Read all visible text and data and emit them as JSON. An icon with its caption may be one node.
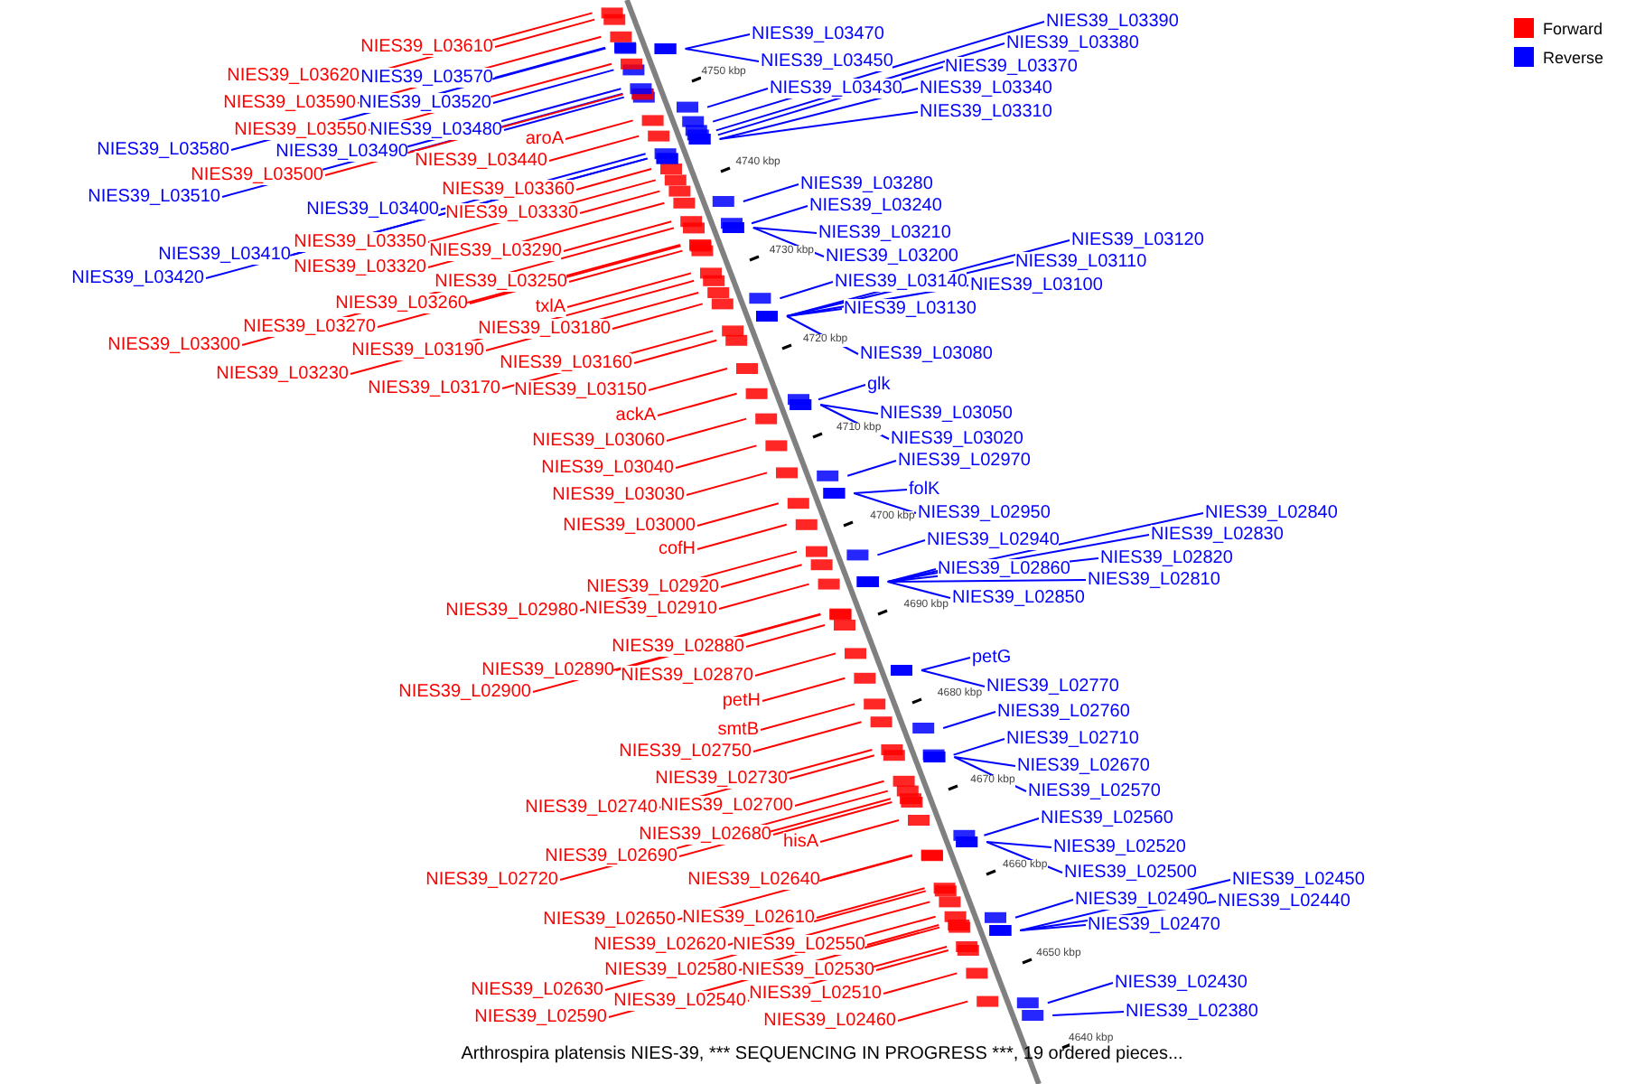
{
  "diagram": {
    "caption": "Arthrospira platensis NIES-39, *** SEQUENCING IN PROGRESS ***, 19 ordered pieces...",
    "nodes": [
      {
        "text": [
          "NIES39_L03610"
        ]
      },
      {
        "text": [
          "NIES39_L03620"
        ]
      },
      {
        "text": [
          "NIES39_L03570"
        ]
      },
      {
        "text": [
          "NIES39_L03590"
        ]
      },
      {
        "text": [
          "NIES39_L03520"
        ]
      },
      {
        "text": [
          "NIES39_L03550"
        ]
      },
      {
        "text": [
          "NIES39_L03480"
        ]
      },
      {
        "text": [
          "aroA"
        ]
      },
      {
        "text": [
          "NIES39_L03580"
        ]
      },
      {
        "text": [
          "NIES39_L03490"
        ]
      },
      {
        "text": [
          "NIES39_L03440"
        ]
      },
      {
        "text": [
          "NIES39_L03500"
        ]
      },
      {
        "text": [
          "NIES39_L03360"
        ]
      },
      {
        "text": [
          "NIES39_L03510"
        ]
      },
      {
        "text": [
          "NIES39_L03400"
        ]
      },
      {
        "text": [
          "NIES39_L03330"
        ]
      },
      {
        "text": [
          "NIES39_L03350"
        ]
      },
      {
        "text": [
          "NIES39_L03290"
        ]
      },
      {
        "text": [
          "NIES39_L03410"
        ]
      },
      {
        "text": [
          "NIES39_L03320"
        ]
      },
      {
        "text": [
          "NIES39_L03420"
        ]
      },
      {
        "text": [
          "NIES39_L03250"
        ]
      },
      {
        "text": [
          "NIES39_L03260"
        ]
      },
      {
        "text": [
          "txlA"
        ]
      },
      {
        "text": [
          "NIES39_L03270"
        ]
      },
      {
        "text": [
          "NIES39_L03180"
        ]
      },
      {
        "text": [
          "NIES39_L03300"
        ]
      },
      {
        "text": [
          "NIES39_L03190"
        ]
      },
      {
        "text": [
          "NIES39_L03160"
        ]
      },
      {
        "text": [
          "NIES39_L03230"
        ]
      },
      {
        "text": [
          "NIES39_L03170"
        ]
      },
      {
        "text": [
          "NIES39_L03150"
        ]
      },
      {
        "text": [
          "ackA"
        ]
      },
      {
        "text": [
          "NIES39_L03060"
        ]
      },
      {
        "text": [
          "NIES39_L03040"
        ]
      },
      {
        "text": [
          "NIES39_L03030"
        ]
      },
      {
        "text": [
          "NIES39_L03000"
        ]
      },
      {
        "text": [
          "cofH"
        ]
      },
      {
        "text": [
          "NIES39_L02920"
        ]
      },
      {
        "text": [
          "NIES39_L02980"
        ]
      },
      {
        "text": [
          "NIES39_L02910"
        ]
      },
      {
        "text": [
          "NIES39_L02880"
        ]
      },
      {
        "text": [
          "NIES39_L02890"
        ]
      },
      {
        "text": [
          "NIES39_L02870"
        ]
      },
      {
        "text": [
          "NIES39_L02900"
        ]
      },
      {
        "text": [
          "petH"
        ]
      },
      {
        "text": [
          "smtB"
        ]
      },
      {
        "text": [
          "NIES39_L02750"
        ]
      },
      {
        "text": [
          "NIES39_L02730"
        ]
      },
      {
        "text": [
          "NIES39_L02740"
        ]
      },
      {
        "text": [
          "NIES39_L02700"
        ]
      },
      {
        "text": [
          "NIES39_L02680"
        ]
      },
      {
        "text": [
          "hisA"
        ]
      },
      {
        "text": [
          "NIES39_L02690"
        ]
      },
      {
        "text": [
          "NIES39_L02720"
        ]
      },
      {
        "text": [
          "NIES39_L02640"
        ]
      },
      {
        "text": [
          "NIES39_L02650"
        ]
      },
      {
        "text": [
          "NIES39_L02610"
        ]
      },
      {
        "text": [
          "NIES39_L02620"
        ]
      },
      {
        "text": [
          "NIES39_L02550"
        ]
      },
      {
        "text": [
          "NIES39_L02580"
        ]
      },
      {
        "text": [
          "NIES39_L02530"
        ]
      },
      {
        "text": [
          "NIES39_L02630"
        ]
      },
      {
        "text": [
          "NIES39_L02510"
        ]
      },
      {
        "text": [
          "NIES39_L02540"
        ]
      },
      {
        "text": [
          "NIES39_L02590"
        ]
      },
      {
        "text": [
          "NIES39_L02460"
        ]
      },
      {
        "text": [
          "NIES39_L03390"
        ]
      },
      {
        "text": [
          "NIES39_L03470"
        ]
      },
      {
        "text": [
          "NIES39_L03380"
        ]
      },
      {
        "text": [
          "NIES39_L03450"
        ]
      },
      {
        "text": [
          "NIES39_L03370"
        ]
      },
      {
        "text": [
          "NIES39_L03430"
        ]
      },
      {
        "text": [
          "NIES39_L03340"
        ]
      },
      {
        "text": [
          "NIES39_L03310"
        ]
      },
      {
        "text": [
          "NIES39_L03280"
        ]
      },
      {
        "text": [
          "NIES39_L03240"
        ]
      },
      {
        "text": [
          "NIES39_L03210"
        ]
      },
      {
        "text": [
          "NIES39_L03120"
        ]
      },
      {
        "text": [
          "NIES39_L03200"
        ]
      },
      {
        "text": [
          "NIES39_L03110"
        ]
      },
      {
        "text": [
          "NIES39_L03140"
        ]
      },
      {
        "text": [
          "NIES39_L03100"
        ]
      },
      {
        "text": [
          "NIES39_L03130"
        ]
      },
      {
        "text": [
          "NIES39_L03080"
        ]
      },
      {
        "text": [
          "glk"
        ]
      },
      {
        "text": [
          "NIES39_L03050"
        ]
      },
      {
        "text": [
          "NIES39_L03020"
        ]
      },
      {
        "text": [
          "NIES39_L02970"
        ]
      },
      {
        "text": [
          "folK"
        ]
      },
      {
        "text": [
          "NIES39_L02950"
        ]
      },
      {
        "text": [
          "NIES39_L02840"
        ]
      },
      {
        "text": [
          "NIES39_L02830"
        ]
      },
      {
        "text": [
          "NIES39_L02940"
        ]
      },
      {
        "text": [
          "NIES39_L02820"
        ]
      },
      {
        "text": [
          "NIES39_L02860"
        ]
      },
      {
        "text": [
          "NIES39_L02810"
        ]
      },
      {
        "text": [
          "NIES39_L02850"
        ]
      },
      {
        "text": [
          "petG"
        ]
      },
      {
        "text": [
          "NIES39_L02770"
        ]
      },
      {
        "text": [
          "NIES39_L02760"
        ]
      },
      {
        "text": [
          "NIES39_L02710"
        ]
      },
      {
        "text": [
          "NIES39_L02670"
        ]
      },
      {
        "text": [
          "NIES39_L02570"
        ]
      },
      {
        "text": [
          "NIES39_L02560"
        ]
      },
      {
        "text": [
          "NIES39_L02520"
        ]
      },
      {
        "text": [
          "NIES39_L02450"
        ]
      },
      {
        "text": [
          "NIES39_L02500"
        ]
      },
      {
        "text": [
          "NIES39_L02490"
        ]
      },
      {
        "text": [
          "NIES39_L02440"
        ]
      },
      {
        "text": [
          "NIES39_L02470"
        ]
      },
      {
        "text": [
          "NIES39_L02430"
        ]
      },
      {
        "text": [
          "NIES39_L02380"
        ]
      }
    ],
    "edges": [
      {
        "from": 0,
        "to": null,
        "arrow": "none"
      },
      {
        "from": 1,
        "to": null,
        "arrow": "none"
      },
      {
        "from": 2,
        "to": null,
        "arrow": "none",
        "color": "#0000ff"
      },
      {
        "from": 3,
        "to": null,
        "arrow": "none"
      },
      {
        "from": 4,
        "to": null,
        "arrow": "none",
        "color": "#0000ff"
      },
      {
        "from": 5,
        "to": null,
        "arrow": "none"
      },
      {
        "from": 6,
        "to": null,
        "arrow": "none",
        "color": "#0000ff"
      },
      {
        "from": 7,
        "to": null,
        "arrow": "none"
      },
      {
        "from": 8,
        "to": null,
        "arrow": "none",
        "color": "#0000ff"
      },
      {
        "from": 9,
        "to": null,
        "arrow": "none",
        "color": "#0000ff"
      },
      {
        "from": 10,
        "to": null,
        "arrow": "none"
      },
      {
        "from": 11,
        "to": null,
        "arrow": "none"
      },
      {
        "from": 12,
        "to": null,
        "arrow": "none"
      },
      {
        "from": 13,
        "to": null,
        "arrow": "none",
        "color": "#0000ff"
      },
      {
        "from": 14,
        "to": null,
        "arrow": "none",
        "color": "#0000ff"
      },
      {
        "from": 15,
        "to": null,
        "arrow": "none"
      },
      {
        "from": 16,
        "to": null,
        "arrow": "none"
      },
      {
        "from": 17,
        "to": null,
        "arrow": "none"
      },
      {
        "from": 18,
        "to": null,
        "arrow": "none",
        "color": "#0000ff"
      },
      {
        "from": 19,
        "to": null,
        "arrow": "none"
      },
      {
        "from": 20,
        "to": null,
        "arrow": "none",
        "color": "#0000ff"
      },
      {
        "from": 21,
        "to": null,
        "arrow": "none"
      },
      {
        "from": 22,
        "to": null,
        "arrow": "none"
      },
      {
        "from": 23,
        "to": null,
        "arrow": "none"
      },
      {
        "from": 24,
        "to": null,
        "arrow": "none"
      },
      {
        "from": 25,
        "to": null,
        "arrow": "none"
      },
      {
        "from": 26,
        "to": null,
        "arrow": "none"
      },
      {
        "from": 27,
        "to": null,
        "arrow": "none"
      },
      {
        "from": 28,
        "to": null,
        "arrow": "none"
      },
      {
        "from": 29,
        "to": null,
        "arrow": "none"
      },
      {
        "from": 30,
        "to": null,
        "arrow": "none"
      },
      {
        "from": 31,
        "to": null,
        "arrow": "none"
      },
      {
        "from": 32,
        "to": null,
        "arrow": "none"
      },
      {
        "from": 33,
        "to": null,
        "arrow": "none"
      },
      {
        "from": 34,
        "to": null,
        "arrow": "none"
      },
      {
        "from": 35,
        "to": null,
        "arrow": "none"
      },
      {
        "from": 36,
        "to": null,
        "arrow": "none"
      },
      {
        "from": 37,
        "to": null,
        "arrow": "none"
      },
      {
        "from": 38,
        "to": null,
        "arrow": "none"
      },
      {
        "from": 39,
        "to": null,
        "arrow": "none"
      },
      {
        "from": 40,
        "to": null,
        "arrow": "none"
      },
      {
        "from": 41,
        "to": null,
        "arrow": "none"
      },
      {
        "from": 42,
        "to": null,
        "arrow": "none"
      },
      {
        "from": 43,
        "to": null,
        "arrow": "none"
      },
      {
        "from": 44,
        "to": null,
        "arrow": "none"
      },
      {
        "from": 45,
        "to": null,
        "arrow": "none"
      },
      {
        "from": 46,
        "to": null,
        "arrow": "none"
      },
      {
        "from": 47,
        "to": null,
        "arrow": "none"
      },
      {
        "from": 48,
        "to": null,
        "arrow": "none"
      },
      {
        "from": 49,
        "to": null,
        "arrow": "none"
      },
      {
        "from": 50,
        "to": null,
        "arrow": "none"
      },
      {
        "from": 51,
        "to": null,
        "arrow": "none"
      },
      {
        "from": 52,
        "to": null,
        "arrow": "none"
      },
      {
        "from": 53,
        "to": null,
        "arrow": "none"
      },
      {
        "from": 54,
        "to": null,
        "arrow": "none"
      },
      {
        "from": 55,
        "to": null,
        "arrow": "none"
      },
      {
        "from": 56,
        "to": null,
        "arrow": "none"
      },
      {
        "from": 57,
        "to": null,
        "arrow": "none"
      },
      {
        "from": 58,
        "to": null,
        "arrow": "none"
      },
      {
        "from": 59,
        "to": null,
        "arrow": "none"
      },
      {
        "from": 60,
        "to": null,
        "arrow": "none"
      },
      {
        "from": 61,
        "to": null,
        "arrow": "none"
      },
      {
        "from": 62,
        "to": null,
        "arrow": "none"
      },
      {
        "from": 63,
        "to": null,
        "arrow": "none"
      },
      {
        "from": 64,
        "to": null,
        "arrow": "none"
      },
      {
        "from": 65,
        "to": null,
        "arrow": "none"
      },
      {
        "from": 66,
        "to": null,
        "arrow": "none"
      },
      {
        "from": 67,
        "to": null,
        "arrow": "none",
        "color": "#0000ff"
      },
      {
        "from": 68,
        "to": null,
        "arrow": "none",
        "color": "#0000ff"
      },
      {
        "from": 69,
        "to": null,
        "arrow": "none",
        "color": "#0000ff"
      },
      {
        "from": 70,
        "to": null,
        "arrow": "none",
        "color": "#0000ff"
      },
      {
        "from": 71,
        "to": null,
        "arrow": "none",
        "color": "#0000ff"
      },
      {
        "from": 72,
        "to": null,
        "arrow": "none",
        "color": "#0000ff"
      },
      {
        "from": 73,
        "to": null,
        "arrow": "none",
        "color": "#0000ff"
      },
      {
        "from": 74,
        "to": null,
        "arrow": "none",
        "color": "#0000ff"
      },
      {
        "from": 75,
        "to": null,
        "arrow": "none",
        "color": "#0000ff"
      },
      {
        "from": 76,
        "to": null,
        "arrow": "none",
        "color": "#0000ff"
      },
      {
        "from": 77,
        "to": null,
        "arrow": "none",
        "color": "#0000ff"
      },
      {
        "from": 78,
        "to": null,
        "arrow": "none",
        "color": "#0000ff"
      },
      {
        "from": 79,
        "to": null,
        "arrow": "none",
        "color": "#0000ff"
      },
      {
        "from": 80,
        "to": null,
        "arrow": "none",
        "color": "#0000ff"
      },
      {
        "from": 81,
        "to": null,
        "arrow": "none",
        "color": "#0000ff"
      },
      {
        "from": 82,
        "to": null,
        "arrow": "none",
        "color": "#0000ff"
      },
      {
        "from": 83,
        "to": null,
        "arrow": "none",
        "color": "#0000ff"
      },
      {
        "from": 84,
        "to": null,
        "arrow": "none",
        "color": "#0000ff"
      },
      {
        "from": 85,
        "to": null,
        "arrow": "none",
        "color": "#0000ff"
      },
      {
        "from": 86,
        "to": null,
        "arrow": "none",
        "color": "#0000ff"
      },
      {
        "from": 87,
        "to": null,
        "arrow": "none",
        "color": "#0000ff"
      },
      {
        "from": 88,
        "to": null,
        "arrow": "none",
        "color": "#0000ff"
      },
      {
        "from": 89,
        "to": null,
        "arrow": "none",
        "color": "#0000ff"
      },
      {
        "from": 90,
        "to": null,
        "arrow": "none",
        "color": "#0000ff"
      },
      {
        "from": 91,
        "to": null,
        "arrow": "none",
        "color": "#0000ff"
      },
      {
        "from": 92,
        "to": null,
        "arrow": "none",
        "color": "#0000ff"
      },
      {
        "from": 93,
        "to": null,
        "arrow": "none",
        "color": "#0000ff"
      },
      {
        "from": 94,
        "to": null,
        "arrow": "none",
        "color": "#0000ff"
      },
      {
        "from": 95,
        "to": null,
        "arrow": "none",
        "color": "#0000ff"
      },
      {
        "from": 96,
        "to": null,
        "arrow": "none",
        "color": "#0000ff"
      },
      {
        "from": 97,
        "to": null,
        "arrow": "none",
        "color": "#0000ff"
      },
      {
        "from": 98,
        "to": null,
        "arrow": "none",
        "color": "#0000ff"
      },
      {
        "from": 99,
        "to": null,
        "arrow": "none",
        "color": "#0000ff"
      },
      {
        "from": 100,
        "to": null,
        "arrow": "none",
        "color": "#0000ff"
      },
      {
        "from": 101,
        "to": null,
        "arrow": "none",
        "color": "#0000ff"
      },
      {
        "from": 102,
        "to": null,
        "arrow": "none",
        "color": "#0000ff"
      },
      {
        "from": 103,
        "to": null,
        "arrow": "none",
        "color": "#0000ff"
      },
      {
        "from": 104,
        "to": null,
        "arrow": "none",
        "color": "#0000ff"
      },
      {
        "from": 105,
        "to": null,
        "arrow": "none",
        "color": "#0000ff"
      },
      {
        "from": 106,
        "to": null,
        "arrow": "none",
        "color": "#0000ff"
      },
      {
        "from": 107,
        "to": null,
        "arrow": "none",
        "color": "#0000ff"
      },
      {
        "from": 108,
        "to": null,
        "arrow": "none",
        "color": "#0000ff"
      },
      {
        "from": 109,
        "to": null,
        "arrow": "none",
        "color": "#0000ff"
      },
      {
        "from": 110,
        "to": null,
        "arrow": "none",
        "color": "#0000ff"
      },
      {
        "from": 111,
        "to": null,
        "arrow": "none",
        "color": "#0000ff"
      },
      {
        "from": 112,
        "to": null,
        "arrow": "none",
        "color": "#0000ff"
      }
    ],
    "labels": [
      "4750 kbp",
      "4740 kbp",
      "4730 kbp",
      "4720 kbp",
      "4710 kbp",
      "4700 kbp",
      "4690 kbp",
      "4680 kbp",
      "4670 kbp",
      "4660 kbp",
      "4650 kbp",
      "4640 kbp"
    ],
    "legend": [
      {
        "text": "Forward",
        "color": "#ff0000"
      },
      {
        "text": "Reverse",
        "color": "#0000ff"
      }
    ]
  }
}
